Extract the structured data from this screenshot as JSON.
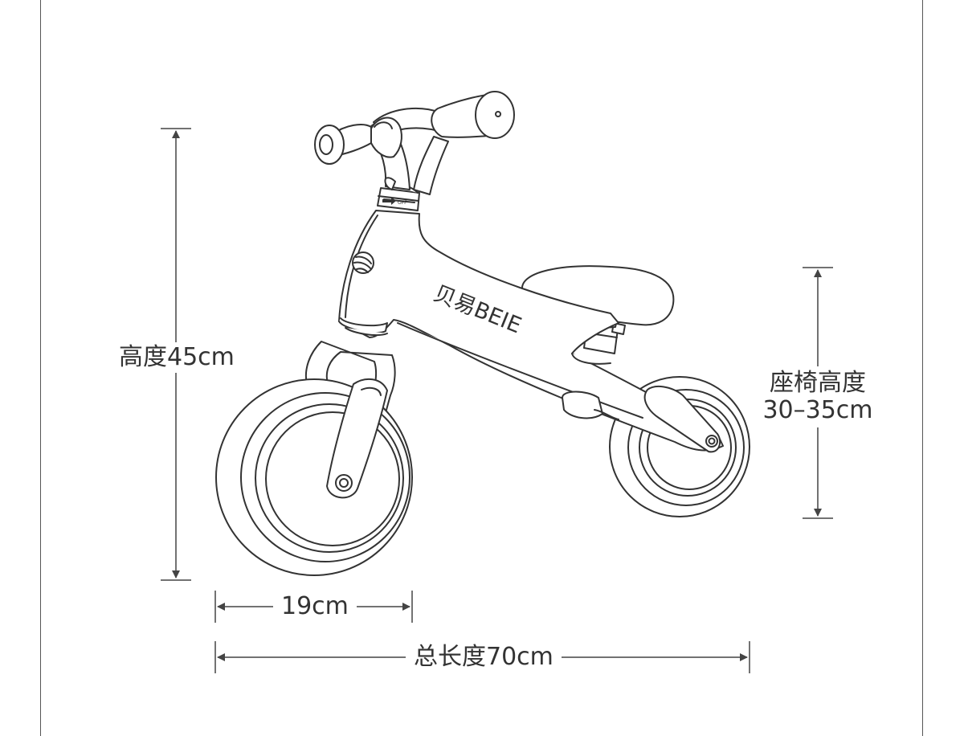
{
  "brand": {
    "logo_text": "贝易BEIE",
    "dial_text": "OFF"
  },
  "dimensions": {
    "height": "高度45cm",
    "wheel_size": "19cm",
    "total_length": "总长度70cm",
    "seat_height_title": "座椅高度",
    "seat_height_value": "30–35cm"
  },
  "colors": {
    "line": "#333333",
    "dimension_line": "#444444",
    "background": "#ffffff"
  }
}
